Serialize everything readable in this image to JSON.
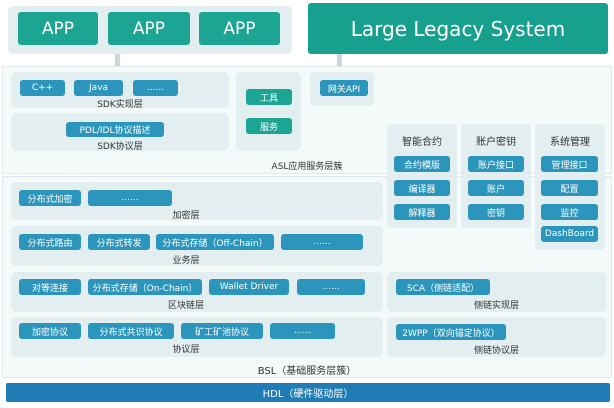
{
  "apps": [
    "APP",
    "APP",
    "APP"
  ],
  "legacy": "Large Legacy System",
  "sdk": {
    "impl_tags": [
      "C++",
      "Java",
      "......"
    ],
    "impl_label": "SDK实现层",
    "protocol_tag": "PDL/IDL协议描述",
    "protocol_label": "SDK协议层"
  },
  "tools": {
    "tool": "工具",
    "service": "服务"
  },
  "gateway": "网关API",
  "asl_label": "ASL应用服务层簇",
  "columns": {
    "contract": {
      "title": "智能合约",
      "items": [
        "合约模版",
        "编译器",
        "解释器"
      ]
    },
    "account": {
      "title": "账户密钥",
      "items": [
        "账户接口",
        "账户",
        "密钥"
      ]
    },
    "system": {
      "title": "系统管理",
      "items": [
        "管理接口",
        "配置",
        "监控",
        "DashBoard"
      ]
    }
  },
  "layers": {
    "crypto": {
      "tags": [
        "分布式加密",
        "......"
      ],
      "label": "加密层"
    },
    "business": {
      "tags": [
        "分布式路由",
        "分布式转发",
        "分布式存储（Off-Chain）",
        "......"
      ],
      "label": "业务层"
    },
    "chain": {
      "tags": [
        "对等连接",
        "分布式存储（On-Chain）",
        "Wallet Driver",
        "......"
      ],
      "label": "区块链层"
    },
    "protocol": {
      "tags": [
        "加密协议",
        "分布式共识协议",
        "矿工矿池协议",
        "......"
      ],
      "label": "协议层"
    }
  },
  "side": {
    "impl": {
      "tag": "SCA（侧链适配）",
      "label": "侧链实现层"
    },
    "protocol": {
      "tag": "2WPP（双向锚定协议）",
      "label": "侧链协议层"
    }
  },
  "bsl_label": "BSL（基础服务层簇）",
  "hdl_label": "HDL（硬件驱动层）"
}
